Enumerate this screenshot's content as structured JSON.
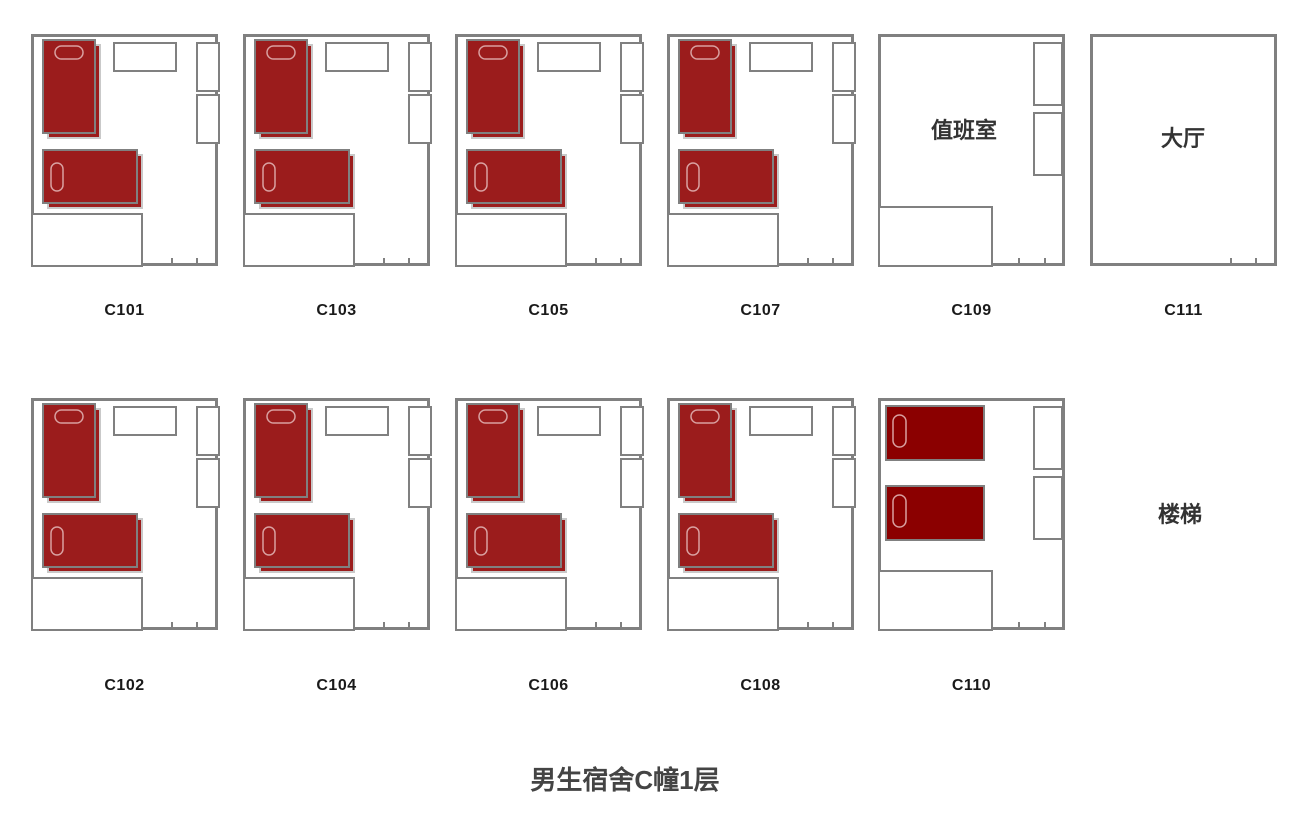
{
  "floor_plan": {
    "title": "男生宿舍C幢1层",
    "stairs_label": "楼梯",
    "colors": {
      "bed": "#9b1c1c",
      "wall": "#808080"
    },
    "rooms_top": [
      {
        "id": "C101",
        "type": "dorm"
      },
      {
        "id": "C103",
        "type": "dorm"
      },
      {
        "id": "C105",
        "type": "dorm"
      },
      {
        "id": "C107",
        "type": "dorm"
      },
      {
        "id": "C109",
        "type": "duty",
        "name": "值班室"
      },
      {
        "id": "C111",
        "type": "hall",
        "name": "大厅"
      }
    ],
    "rooms_bottom": [
      {
        "id": "C102",
        "type": "dorm"
      },
      {
        "id": "C104",
        "type": "dorm"
      },
      {
        "id": "C106",
        "type": "dorm"
      },
      {
        "id": "C108",
        "type": "dorm"
      },
      {
        "id": "C110",
        "type": "double"
      }
    ]
  }
}
